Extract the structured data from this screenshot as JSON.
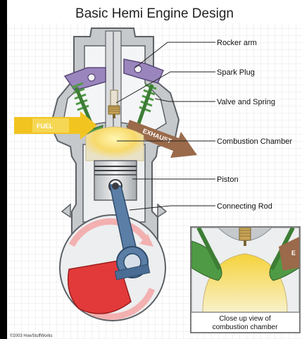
{
  "title": "Basic Hemi Engine Design",
  "labels": {
    "rocker_arm": "Rocker arm",
    "spark_plug": "Spark Plug",
    "valve_and_spring": "Valve and Spring",
    "combustion_chamber": "Combustion Chamber",
    "piston": "Piston",
    "connecting_rod": "Connecting Rod"
  },
  "arrows": {
    "fuel": "FUEL",
    "exhaust": "EXHAUST"
  },
  "inset": {
    "caption_line1": "Close up view of",
    "caption_line2": "combustion chamber",
    "edge_letter": "E"
  },
  "copyright": "©2003 HowStuffWorks",
  "colors": {
    "engine_gray": "#c6c9cc",
    "engine_outline": "#5d6166",
    "rocker_purple": "#9a86bd",
    "valve_green": "#4f9a45",
    "fuel_yellow": "#f2c420",
    "exhaust_brown": "#9a6a4a",
    "crank_red": "#e23a3a",
    "rod_blue": "#5b7ea6",
    "label_line": "#222222",
    "grid": "#e6e6e6"
  }
}
